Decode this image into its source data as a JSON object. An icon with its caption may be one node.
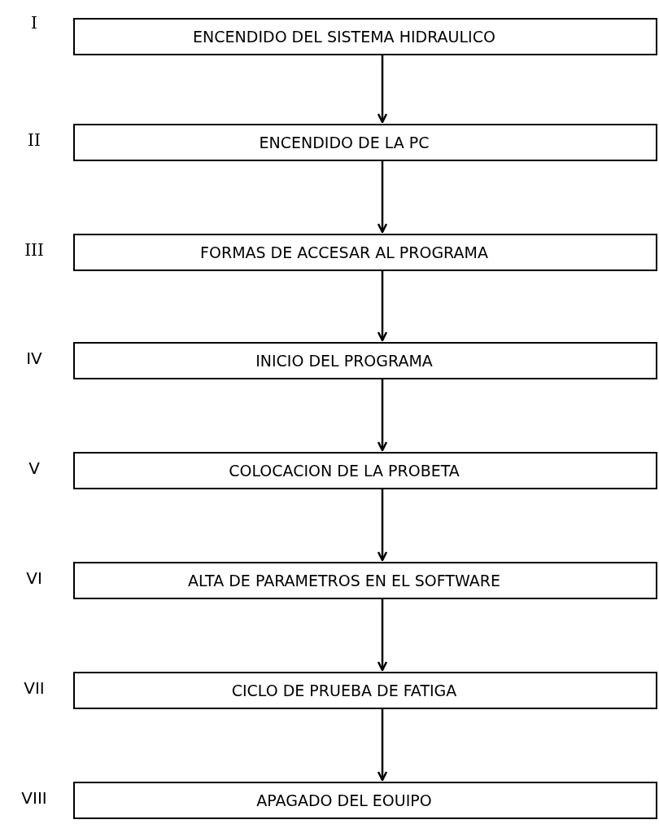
{
  "diagram": {
    "nodes": [
      {
        "text": [
          "ENCENDIDO DEL SISTEMA HIDRAULICO"
        ],
        "beside": [
          "I"
        ]
      },
      {
        "text": [
          "ENCENDIDO DE LA PC"
        ],
        "beside": [
          "II"
        ]
      },
      {
        "text": [
          "FORMAS DE ACCESAR AL PROGRAMA"
        ],
        "beside": [
          "III"
        ]
      },
      {
        "text": [
          "INICIO DEL PROGRAMA"
        ],
        "beside": [
          "IV"
        ]
      },
      {
        "text": [
          "COLOCACION DE LA PROBETA"
        ],
        "beside": [
          "V"
        ]
      },
      {
        "text": [
          "ALTA DE PARAMETROS EN EL SOFTWARE"
        ],
        "beside": [
          "VI"
        ]
      },
      {
        "text": [
          "CICLO DE PRUEBA DE FATIGA"
        ],
        "beside": [
          "VII"
        ]
      },
      {
        "text": [
          "APAGADO DEL EOUIPO"
        ],
        "beside": [
          "VIII"
        ]
      }
    ],
    "edges": [
      {
        "from": 0,
        "to": 1,
        "arrow": "to"
      },
      {
        "from": 1,
        "to": 2,
        "arrow": "to"
      },
      {
        "from": 2,
        "to": 3,
        "arrow": "to"
      },
      {
        "from": 3,
        "to": 4,
        "arrow": "to"
      },
      {
        "from": 4,
        "to": 5,
        "arrow": "to"
      },
      {
        "from": 5,
        "to": 6,
        "arrow": "to"
      },
      {
        "from": 6,
        "to": 7,
        "arrow": "to"
      }
    ]
  }
}
